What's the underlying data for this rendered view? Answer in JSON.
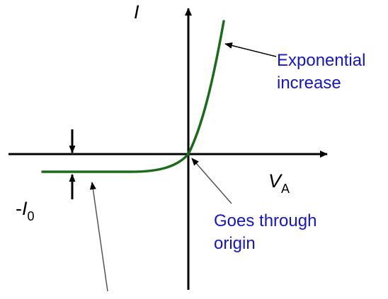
{
  "axes": {
    "y_label": "I",
    "x_label": "V",
    "x_label_sub": "A",
    "saturation_label_prefix": "-",
    "saturation_label": "I",
    "saturation_label_sub": "0"
  },
  "annotations": {
    "exponential_line1": "Exponential",
    "exponential_line2": "increase",
    "origin_line1": "Goes through",
    "origin_line2": "origin"
  },
  "colors": {
    "curve": "#1a6b1a",
    "annotation_text": "#1515c8",
    "axis": "#000000",
    "pointer": "#555555"
  }
}
